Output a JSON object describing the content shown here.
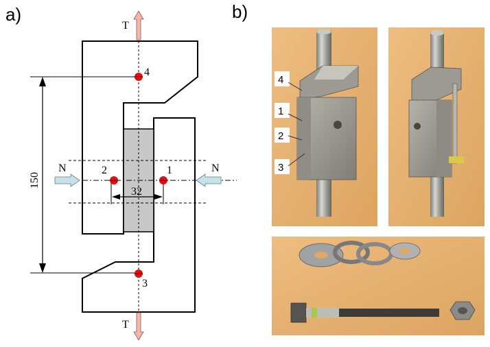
{
  "panels": {
    "a": {
      "label": "a)"
    },
    "b": {
      "label": "b)"
    }
  },
  "diagram": {
    "force_top": "T",
    "force_bottom": "T",
    "force_left": "N",
    "force_right": "N",
    "dimension_height": "150",
    "dimension_width": "32",
    "points": [
      "4",
      "2",
      "1",
      "3"
    ]
  },
  "photos": {
    "labels": [
      "4",
      "1",
      "2",
      "3"
    ]
  },
  "colors": {
    "line": "#000000",
    "specimen": "#c8c8c8",
    "point": "#dd1111",
    "arrow_vertical": "#f4b6ad",
    "arrow_horizontal": "#c6e2e6",
    "photo_bg": "#e8b476"
  }
}
